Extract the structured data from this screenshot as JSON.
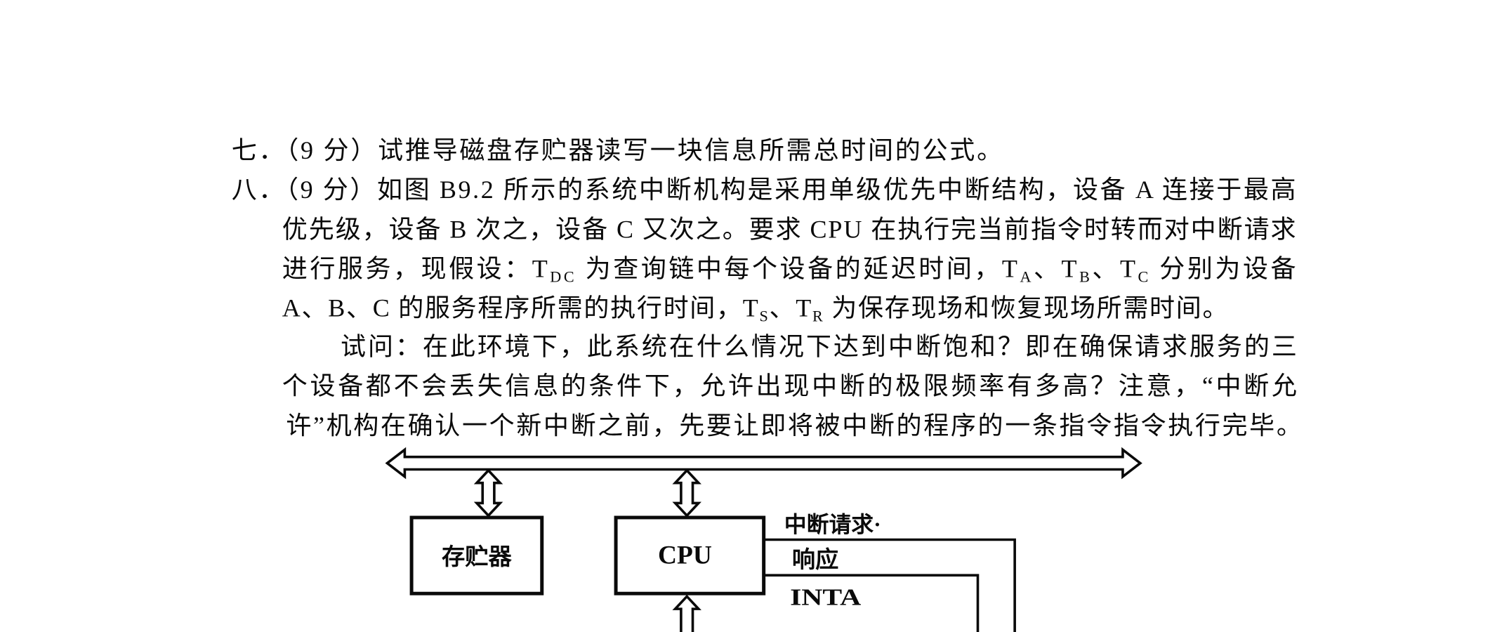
{
  "question7": {
    "text": "七．（9 分）试推导磁盘存贮器读写一块信息所需总时间的公式。"
  },
  "question8": {
    "lines": [
      [
        "八．（9 分）如图 B9.2 所示的系统中断机构是采用单级优先中断结构，设备 A 连接于最高"
      ],
      [
        "优先级，设备 B 次之，设备 C 又次之。要求 CPU 在执行完当前指令时转而对中断请求"
      ],
      [
        "进行服务，现假设：T",
        "DC",
        " 为查询链中每个设备的延迟时间，T",
        "A",
        "、T",
        "B",
        "、T",
        "C",
        " 分别为设备"
      ],
      [
        "A、B、C 的服务程序所需的执行时间，T",
        "S",
        "、T",
        "R",
        " 为保存现场和恢复现场所需时间。"
      ],
      [
        "试问：在此环境下，此系统在什么情况下达到中断饱和？即在确保请求服务的三"
      ],
      [
        "个设备都不会丢失信息的条件下，允许出现中断的极限频率有多高？注意，“中断允"
      ],
      [
        "许”机构在确认一个新中断之前，先要让即将被中断的程序的一条指令指令执行完毕。"
      ]
    ]
  },
  "diagram": {
    "memory_label": "存贮器",
    "cpu_label": "CPU",
    "interrupt_request_label": "中断请求·",
    "response_label": "响应",
    "inta_label": "INTA"
  }
}
